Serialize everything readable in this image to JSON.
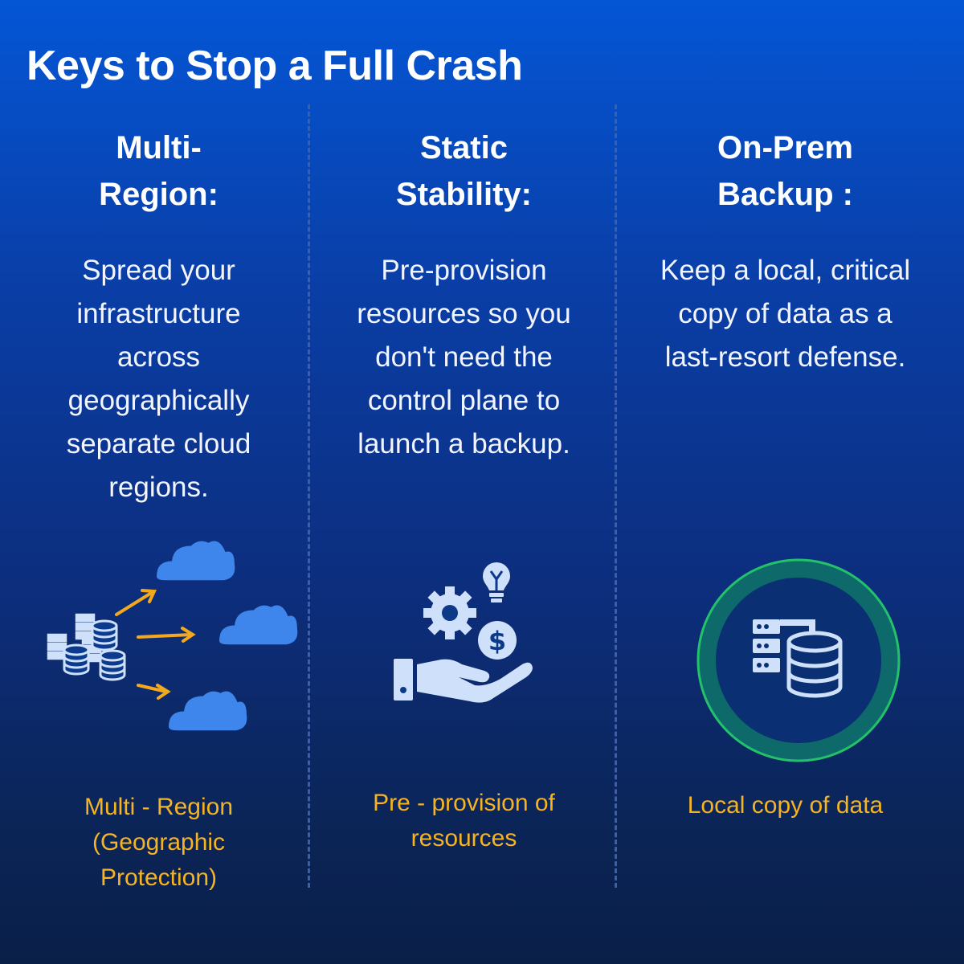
{
  "title": "Keys to Stop a Full Crash",
  "columns": [
    {
      "heading_line1": "Multi-",
      "heading_line2": "Region:",
      "desc_lines": [
        "Spread your",
        "infrastructure",
        "across",
        "geographically",
        "separate cloud",
        "regions."
      ],
      "caption_lines": [
        "Multi - Region",
        "(Geographic",
        "Protection)"
      ],
      "icon": "servers-to-clouds-icon"
    },
    {
      "heading_line1": "Static",
      "heading_line2": "Stability:",
      "desc_lines": [
        "Pre-provision",
        "resources so you",
        "don't need the",
        "control plane to",
        "launch a backup."
      ],
      "caption_lines": [
        "Pre - provision of",
        "resources"
      ],
      "icon": "hand-gear-dollar-icon"
    },
    {
      "heading_line1": "On-Prem",
      "heading_line2": "Backup :",
      "desc_lines": [
        "Keep a local, critical",
        "copy of data as a",
        "last-resort defense."
      ],
      "caption_lines": [
        "Local copy of data"
      ],
      "icon": "database-server-icon"
    }
  ],
  "colors": {
    "accent_text": "#f6b322",
    "cloud": "#3f86ec",
    "arrow": "#f3a91e",
    "icon_light": "#cfe0fb",
    "ring_green": "#23c26a"
  }
}
